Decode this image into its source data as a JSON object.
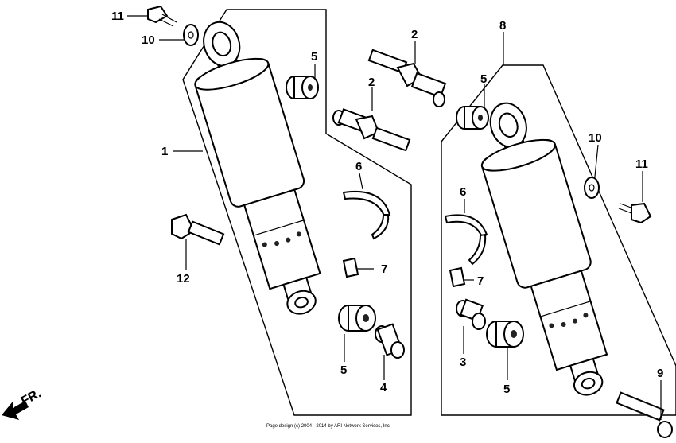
{
  "callouts": {
    "c1": "1",
    "c2a": "2",
    "c2b": "2",
    "c3": "3",
    "c4": "4",
    "c5a": "5",
    "c5b": "5",
    "c5c": "5",
    "c5d": "5",
    "c6a": "6",
    "c6b": "6",
    "c7a": "7",
    "c7b": "7",
    "c8": "8",
    "c9": "9",
    "c10a": "10",
    "c10b": "10",
    "c11a": "11",
    "c11b": "11",
    "c12": "12"
  },
  "direction_label": "FR.",
  "copyright": "Page design (c) 2004 - 2014 by ARI Network Services, Inc."
}
